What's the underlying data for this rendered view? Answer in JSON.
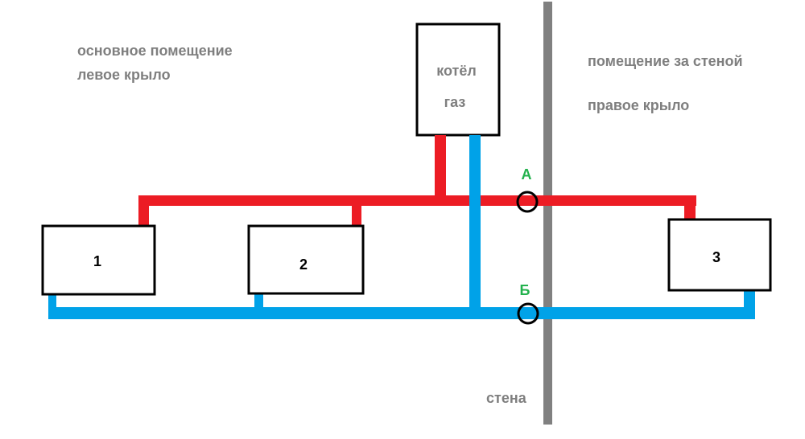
{
  "rooms": {
    "main_room": "основное помещение",
    "left_wing": "левое крыло",
    "room_behind_wall": "помещение за стеной",
    "right_wing": "правое крыло"
  },
  "boiler": {
    "line1": "котёл",
    "line2": "газ"
  },
  "radiators": [
    "1",
    "2",
    "3"
  ],
  "points": {
    "a": "А",
    "b": "Б"
  },
  "wall_label": "стена",
  "colors": {
    "supply_pipe": "#ec1c24",
    "return_pipe": "#00a2e8",
    "wall": "#808080",
    "point_label": "#22b14c",
    "room_text": "#7f7f7f",
    "outline": "#000000"
  }
}
